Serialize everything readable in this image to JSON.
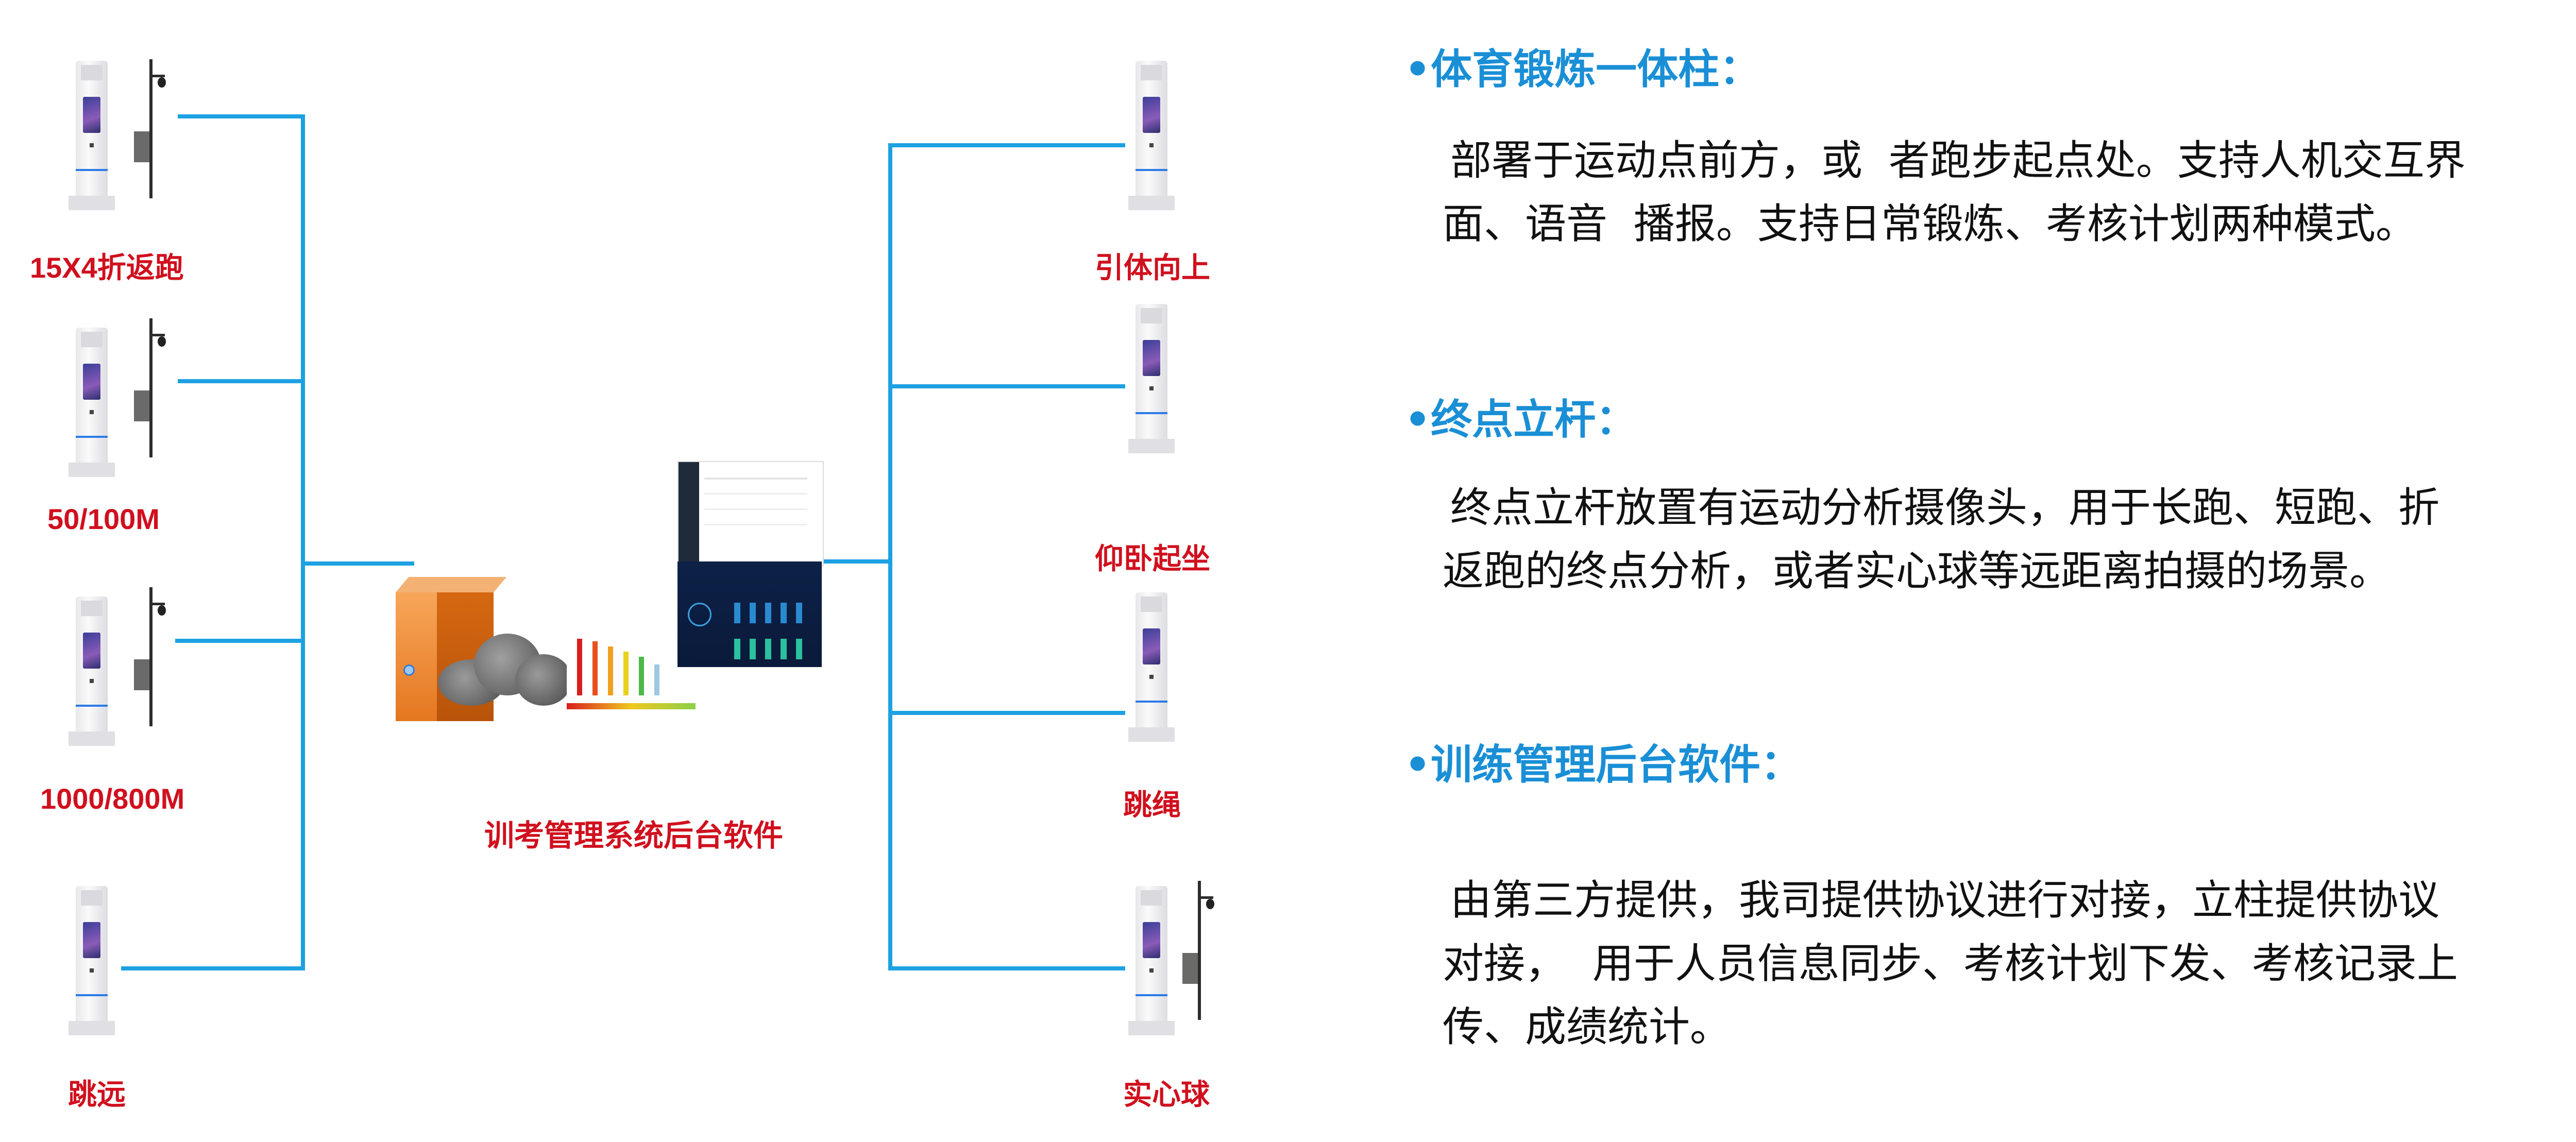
{
  "colors": {
    "line": "#1da1e2",
    "label": "#d0101e",
    "heading": "#1a8fd6"
  },
  "left_stations": [
    {
      "label": "15X4折返跑"
    },
    {
      "label": "50/100M"
    },
    {
      "label": "1000/800M"
    },
    {
      "label": "跳远"
    }
  ],
  "right_stations": [
    {
      "label": "引体向上"
    },
    {
      "label": "仰卧起坐"
    },
    {
      "label": "跳绳"
    },
    {
      "label": "实心球"
    }
  ],
  "center": {
    "label": "训考管理系统后台软件"
  },
  "sections": [
    {
      "heading": "•体育锻炼一体柱：",
      "lines": [
        "部署于运动点前方，或  者跑步起点处。支持人机交互界",
        "面、语音  播报。支持日常锻炼、考核计划两种模式。"
      ]
    },
    {
      "heading": "•终点立杆：",
      "lines": [
        "终点立杆放置有运动分析摄像头，用于长跑、短跑、折",
        "返跑的终点分析，或者实心球等远距离拍摄的场景。"
      ]
    },
    {
      "heading": "•训练管理后台软件：",
      "lines": [
        "由第三方提供，我司提供协议进行对接，立柱提供协议",
        "对接，  用于人员信息同步、考核计划下发、考核记录上",
        "传、成绩统计。"
      ]
    }
  ]
}
